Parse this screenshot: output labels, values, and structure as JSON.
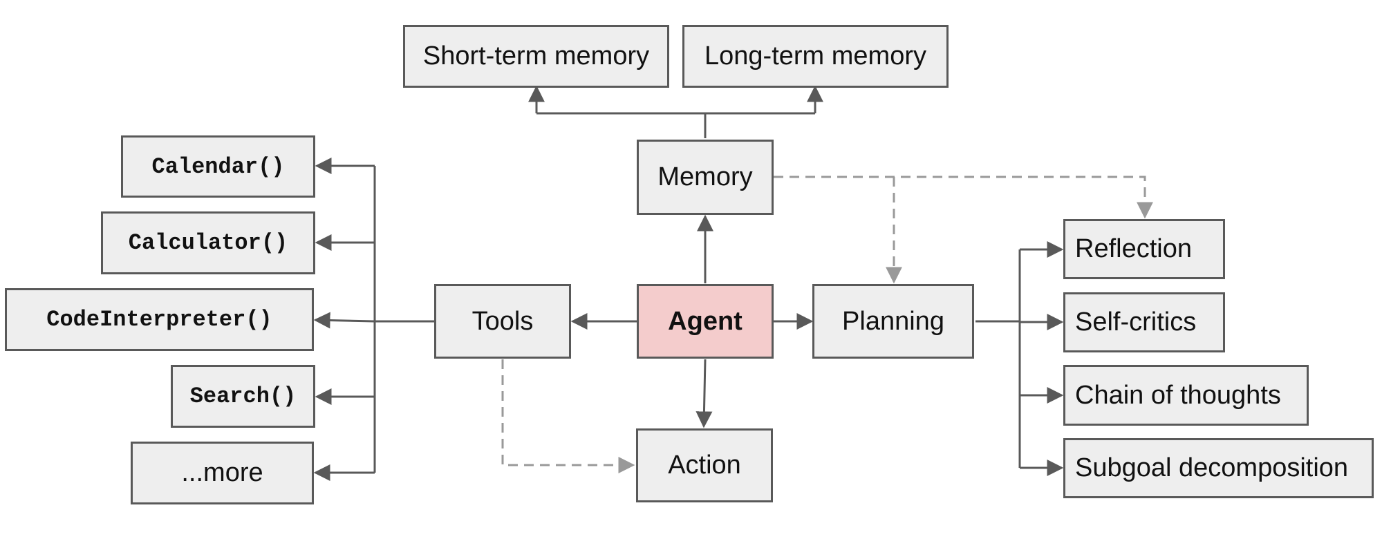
{
  "nodes": {
    "short_term_memory": "Short-term memory",
    "long_term_memory": "Long-term memory",
    "memory": "Memory",
    "agent": "Agent",
    "tools": "Tools",
    "planning": "Planning",
    "action": "Action",
    "reflection": "Reflection",
    "self_critics": "Self-critics",
    "chain_of_thoughts": "Chain of thoughts",
    "subgoal_decomposition": "Subgoal decomposition",
    "calendar": "Calendar()",
    "calculator": "Calculator()",
    "code_interpreter": "CodeInterpreter()",
    "search": "Search()",
    "more": "...more"
  },
  "colors": {
    "node_fill": "#eeeeee",
    "agent_fill": "#f4cccc",
    "border": "#595959",
    "solid_edge": "#595959",
    "dashed_edge": "#999999"
  }
}
